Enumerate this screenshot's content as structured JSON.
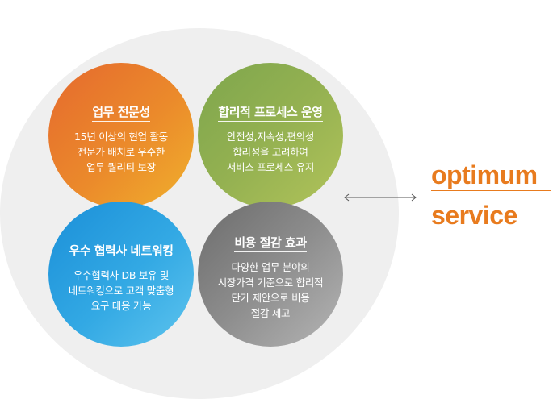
{
  "quadrants": [
    {
      "title": "업무 전문성",
      "lines": [
        "15년 이상의 현업 활동",
        "전문가 배치로 우수한",
        "업무 퀄리티 보장"
      ],
      "color": "#eb8a2b"
    },
    {
      "title": "합리적 프로세스 운영",
      "lines": [
        "안전성,지속성,편의성",
        "합리성을 고려하여",
        "서비스 프로세스 유지"
      ],
      "color": "#94b151"
    },
    {
      "title": "우수 협력사 네트워킹",
      "lines": [
        "우수협력사 DB 보유 및",
        "네트워킹으로 고객 맞춤형",
        "요구 대응 가능"
      ],
      "color": "#33a9e4"
    },
    {
      "title": "비용 절감 효과",
      "lines": [
        "다양한 업무 분야의",
        "시장가격 기준으로 합리적",
        "단가 제안으로 비용",
        "절감 제고"
      ],
      "color": "#8d8d8d"
    }
  ],
  "brand": {
    "line1": "optimum",
    "line2": "service",
    "color": "#e87b1e"
  },
  "connector": {
    "icon": "double-arrow-icon"
  }
}
